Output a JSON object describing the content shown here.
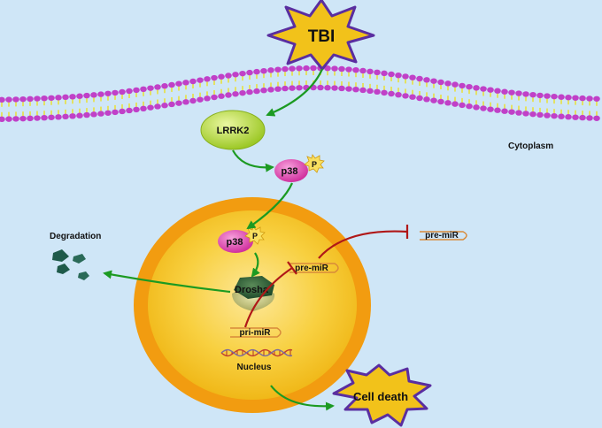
{
  "labels": {
    "tbi": "TBI",
    "lrrk2": "LRRK2",
    "p38_cyto": "p38",
    "phospho_cyto": "P",
    "cytoplasm": "Cytoplasm",
    "p38_nuc": "p38",
    "phospho_nuc": "P",
    "degradation": "Degradation",
    "drosha": "Drosha",
    "pre_mir_nuc": "pre-miR",
    "pre_mir_cyto": "pre-miR",
    "pri_mir": "pri-miR",
    "nucleus": "Nucleus",
    "cell_death": "Cell death"
  },
  "colors": {
    "background": "#cfe6f7",
    "membrane_head": "#c040c8",
    "membrane_tail": "#e8e040",
    "activation_arrow": "#1c9a22",
    "inhibition": "#b01818",
    "burst_fill": "#f2c21a",
    "burst_outline": "#5a2ea0",
    "lrrk2_fill": "#b8dc3c",
    "p38_fill": "#e050b0",
    "nucleus_rim": "#f29c10",
    "nucleus_fill": "#f6c82a",
    "drosha_fill": "#2e6a3a",
    "fragment_fill": "#1e5a4a"
  }
}
